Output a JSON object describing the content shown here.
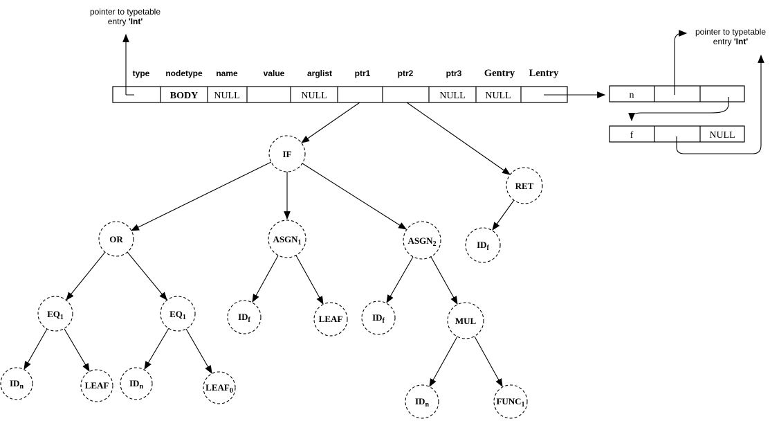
{
  "colors": {
    "ink": "#000000",
    "background": "#ffffff"
  },
  "pointer_label_left": {
    "line1": "pointer to typetable",
    "line2_prefix": "entry ",
    "line2_word": "'Int'"
  },
  "pointer_label_right": {
    "line1": "pointer to typetable",
    "line2_prefix": "entry ",
    "line2_word": "'Int'"
  },
  "table": {
    "headers": [
      "type",
      "nodetype",
      "name",
      "value",
      "arglist",
      "ptr1",
      "ptr2",
      "ptr3",
      "Gentry",
      "Lentry"
    ],
    "cells": [
      "",
      "BODY",
      "NULL",
      "",
      "NULL",
      "",
      "",
      "NULL",
      "NULL",
      ""
    ]
  },
  "records": {
    "n": [
      "n",
      "",
      ""
    ],
    "f": [
      "f",
      "",
      "NULL"
    ]
  },
  "tree": {
    "nodes": [
      {
        "label": "IF",
        "sub": ""
      },
      {
        "label": "RET",
        "sub": ""
      },
      {
        "label": "ID",
        "sub": "f"
      },
      {
        "label": "OR",
        "sub": ""
      },
      {
        "label": "ASGN",
        "sub": "1"
      },
      {
        "label": "ASGN",
        "sub": "2"
      },
      {
        "label": "EQ",
        "sub": "1"
      },
      {
        "label": "EQ",
        "sub": "1"
      },
      {
        "label": "ID",
        "sub": "f"
      },
      {
        "label": "LEAF",
        "sub": ""
      },
      {
        "label": "ID",
        "sub": "f"
      },
      {
        "label": "MUL",
        "sub": ""
      },
      {
        "label": "ID",
        "sub": "n"
      },
      {
        "label": "LEAF",
        "sub": ""
      },
      {
        "label": "ID",
        "sub": "n"
      },
      {
        "label": "LEAF",
        "sub": "0"
      },
      {
        "label": "ID",
        "sub": "n"
      },
      {
        "label": "FUNC",
        "sub": "1"
      }
    ]
  }
}
